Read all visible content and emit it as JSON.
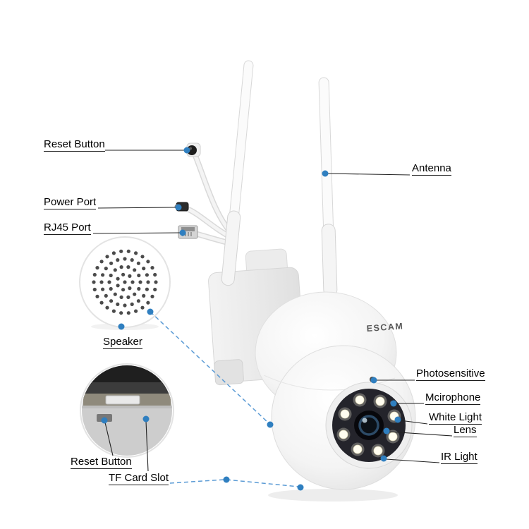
{
  "brand": "ESCAM",
  "callouts": {
    "reset_button_top": "Reset Button",
    "power_port": "Power Port",
    "rj45_port": "RJ45 Port",
    "antenna": "Antenna",
    "speaker": "Speaker",
    "photosensitive": "Photosensitive",
    "microphone": "Mcirophone",
    "white_light": "White Light",
    "lens": "Lens",
    "ir_light": "IR Light",
    "reset_button_bottom": "Reset Button",
    "tf_card_slot": "TF Card Slot"
  },
  "colors": {
    "leader_dot": "#2f7fc0",
    "leader_line": "#5b9bd5",
    "label_text": "#000000",
    "background": "#ffffff"
  }
}
